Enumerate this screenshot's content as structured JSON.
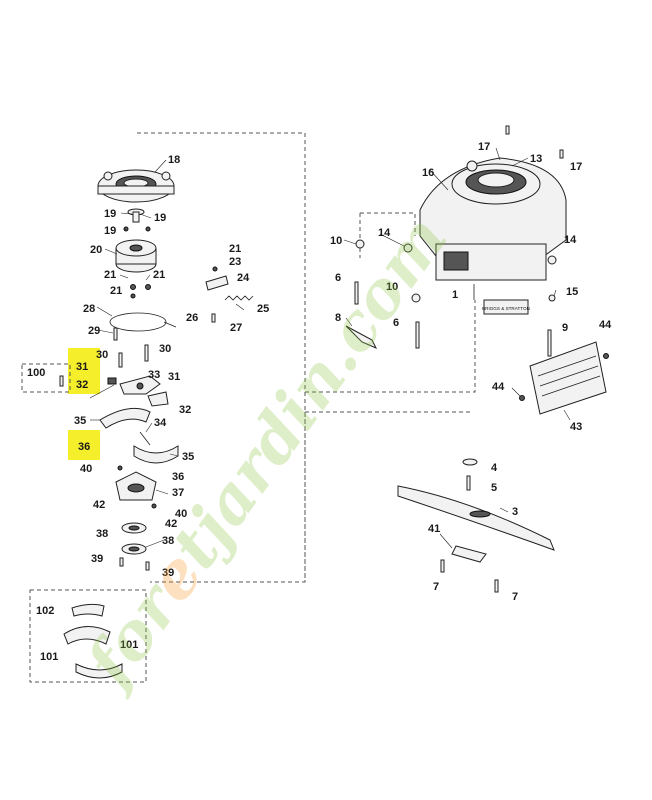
{
  "watermark": {
    "text": "foretjardin.com",
    "colors": {
      "green": "#8cc63f",
      "orange": "#f7931e"
    }
  },
  "highlight_color": "#f5ee2a",
  "engine_badge": "BRIGGS & STRATTON",
  "labels": {
    "l18": "18",
    "l19a": "19",
    "l19b": "19",
    "l19c": "19",
    "l20": "20",
    "l21a": "21",
    "l21b": "21",
    "l21c": "21",
    "l21d": "21",
    "l23": "23",
    "l24": "24",
    "l25": "25",
    "l26": "26",
    "l27": "27",
    "l28": "28",
    "l29": "29",
    "l30a": "30",
    "l30b": "30",
    "l31a": "31",
    "l31b": "31",
    "l32a": "32",
    "l32b": "32",
    "l33": "33",
    "l34": "34",
    "l35a": "35",
    "l35b": "35",
    "l36a": "36",
    "l36b": "36",
    "l37": "37",
    "l38a": "38",
    "l38b": "38",
    "l39a": "39",
    "l39b": "39",
    "l40a": "40",
    "l40b": "40",
    "l41": "41",
    "l42a": "42",
    "l42b": "42",
    "l43": "43",
    "l44a": "44",
    "l44b": "44",
    "l100": "100",
    "l101a": "101",
    "l101b": "101",
    "l102": "102",
    "l1": "1",
    "l3": "3",
    "l4": "4",
    "l5": "5",
    "l6a": "6",
    "l6b": "6",
    "l7a": "7",
    "l7b": "7",
    "l8": "8",
    "l9": "9",
    "l10a": "10",
    "l10b": "10",
    "l13": "13",
    "l14a": "14",
    "l14b": "14",
    "l15": "15",
    "l16": "16",
    "l17a": "17",
    "l17b": "17"
  }
}
